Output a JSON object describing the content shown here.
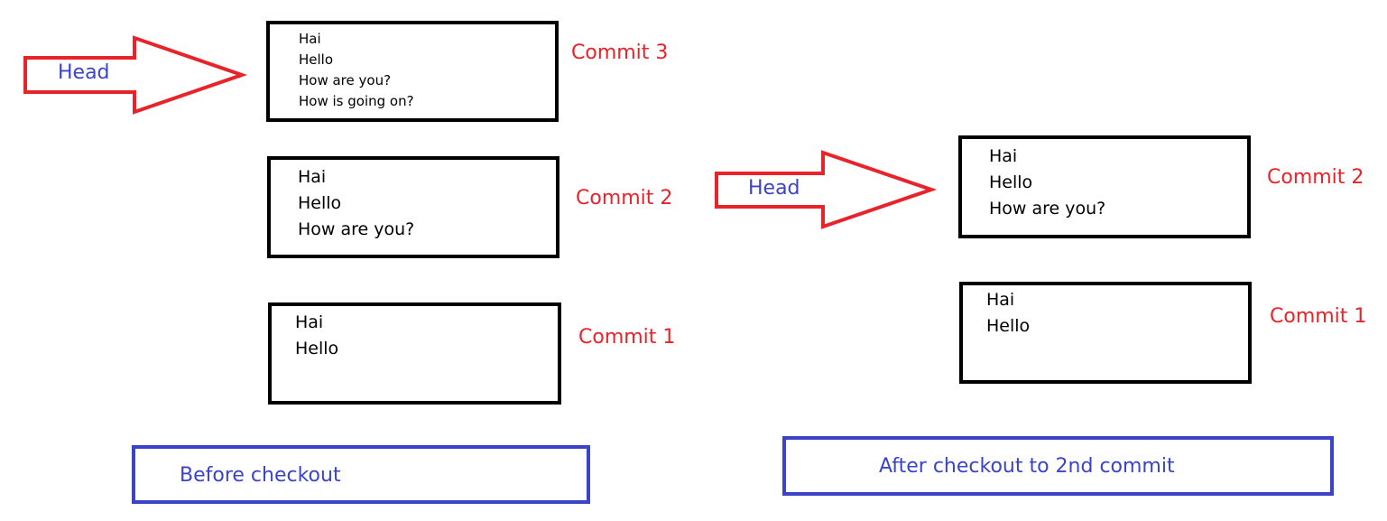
{
  "before": {
    "head_label": "Head",
    "commits": [
      {
        "label": "Commit 3",
        "lines": [
          "Hai",
          "Hello",
          "How are you?",
          "How is going on?"
        ]
      },
      {
        "label": "Commit 2",
        "lines": [
          "Hai",
          "Hello",
          "How are you?"
        ]
      },
      {
        "label": "Commit 1",
        "lines": [
          "Hai",
          "Hello"
        ]
      }
    ],
    "caption": "Before checkout"
  },
  "after": {
    "head_label": "Head",
    "commits": [
      {
        "label": "Commit 2",
        "lines": [
          "Hai",
          "Hello",
          "How are you?"
        ]
      },
      {
        "label": "Commit 1",
        "lines": [
          "Hai",
          "Hello"
        ]
      }
    ],
    "caption": "After checkout to 2nd commit"
  },
  "colors": {
    "arrow_stroke": "#e8232a",
    "head_text": "#3b44c8",
    "commit_label": "#e8232a",
    "caption_border": "#3b44c8",
    "box_border": "#000000"
  }
}
